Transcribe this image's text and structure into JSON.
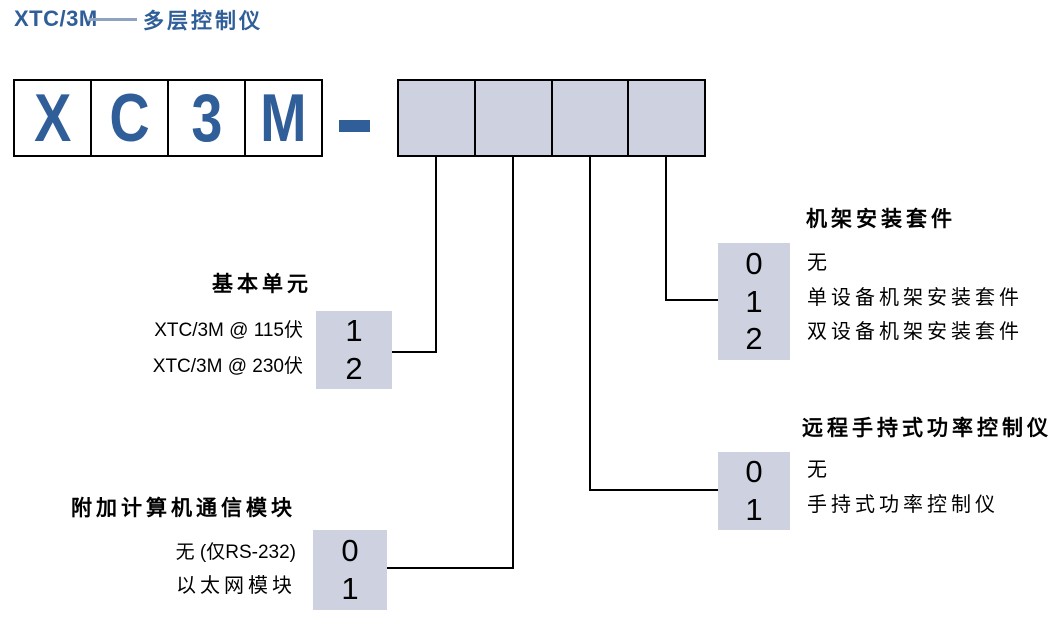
{
  "title": {
    "model": "XTC/3M",
    "product_name": "多层控制仪"
  },
  "model_code": {
    "letters": [
      "X",
      "C",
      "3",
      "M"
    ],
    "separator": "–",
    "blank_box_count": 4
  },
  "colors": {
    "accent_blue": "#305E99",
    "option_box_fill": "#CDD1E0",
    "title_dash": "#8FA2BE",
    "line": "#000000"
  },
  "sections": {
    "basic_unit": {
      "header": "基本单元",
      "options": [
        {
          "label": "XTC/3M @ 115伏",
          "code": "1"
        },
        {
          "label": "XTC/3M @ 230伏",
          "code": "2"
        }
      ]
    },
    "comm_module": {
      "header": "附加计算机通信模块",
      "options": [
        {
          "label": "无 (仅RS-232)",
          "code": "0"
        },
        {
          "label": "以太网模块",
          "code": "1"
        }
      ]
    },
    "rack_kit": {
      "header": "机架安装套件",
      "options": [
        {
          "code": "0",
          "label": "无"
        },
        {
          "code": "1",
          "label": "单设备机架安装套件"
        },
        {
          "code": "2",
          "label": "双设备机架安装套件"
        }
      ]
    },
    "remote_controller": {
      "header": "远程手持式功率控制仪",
      "options": [
        {
          "code": "0",
          "label": "无"
        },
        {
          "code": "1",
          "label": "手持式功率控制仪"
        }
      ]
    }
  }
}
